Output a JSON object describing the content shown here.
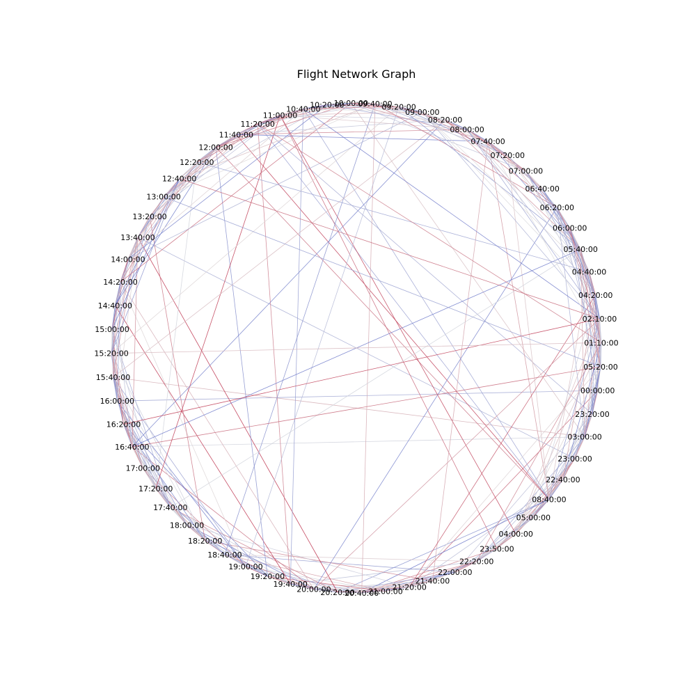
{
  "title": "Flight Network Graph",
  "colors": {
    "edge_cold": "#3b4cc0",
    "edge_mid": "#dddddd",
    "edge_hot": "#b40426",
    "label": "#000000",
    "background": "#ffffff"
  },
  "chart_data": {
    "type": "network",
    "layout": "circular",
    "title": "Flight Network Graph",
    "edge_colormap": "coolwarm",
    "nodes": [
      "00:00:00",
      "23:20:00",
      "03:00:00",
      "23:00:00",
      "22:40:00",
      "08:40:00",
      "05:00:00",
      "04:00:00",
      "23:50:00",
      "22:20:00",
      "22:00:00",
      "21:40:00",
      "21:20:00",
      "21:00:00",
      "20:40:00",
      "20:20:00",
      "20:00:00",
      "19:40:00",
      "19:20:00",
      "19:00:00",
      "18:40:00",
      "18:20:00",
      "18:00:00",
      "17:40:00",
      "17:20:00",
      "17:00:00",
      "16:40:00",
      "16:20:00",
      "16:00:00",
      "15:40:00",
      "15:20:00",
      "15:00:00",
      "14:40:00",
      "14:20:00",
      "14:00:00",
      "13:40:00",
      "13:20:00",
      "13:00:00",
      "12:40:00",
      "12:20:00",
      "12:00:00",
      "11:40:00",
      "11:20:00",
      "11:00:00",
      "10:40:00",
      "10:20:00",
      "10:00:00",
      "09:40:00",
      "09:20:00",
      "09:00:00",
      "08:20:00",
      "08:00:00",
      "07:40:00",
      "07:20:00",
      "07:00:00",
      "06:40:00",
      "06:20:00",
      "06:00:00",
      "05:40:00",
      "04:40:00",
      "04:20:00",
      "02:10:00",
      "01:10:00",
      "05:20:00"
    ]
  }
}
